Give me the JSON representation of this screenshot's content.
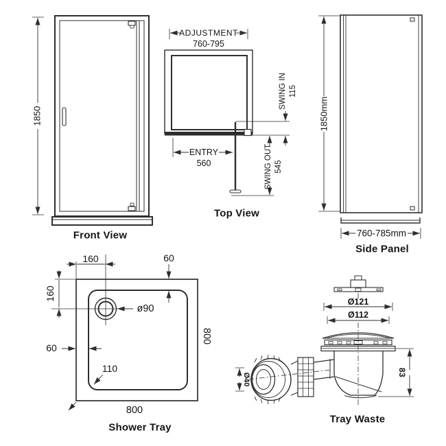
{
  "colors": {
    "line": "#2e2e2e",
    "text": "#141414",
    "background": "#ffffff"
  },
  "front_view": {
    "caption": "Front View",
    "height": "1850"
  },
  "top_view": {
    "caption": "Top View",
    "adjustment_label": "ADJUSTMENT",
    "adjustment_value": "760-795",
    "entry_label": "ENTRY",
    "entry_value": "560",
    "swing_in_label": "SWING IN",
    "swing_in_value": "115",
    "swing_out_label": "SWING OUT",
    "swing_out_value": "545"
  },
  "side_panel": {
    "caption": "Side Panel",
    "height": "1850mm",
    "width": "760-785mm"
  },
  "shower_tray": {
    "caption": "Shower Tray",
    "drain_offset_x": "160",
    "drain_offset_y": "160",
    "rim_width_top": "60",
    "rim_width_left": "60",
    "drain_diameter": "ø90",
    "corner_radius": "110",
    "width": "800",
    "depth": "800"
  },
  "tray_waste": {
    "caption": "Tray Waste",
    "flange_diameter": "Ø121",
    "cap_diameter": "Ø112",
    "outlet_diameter": "Ø40",
    "height": "83"
  }
}
